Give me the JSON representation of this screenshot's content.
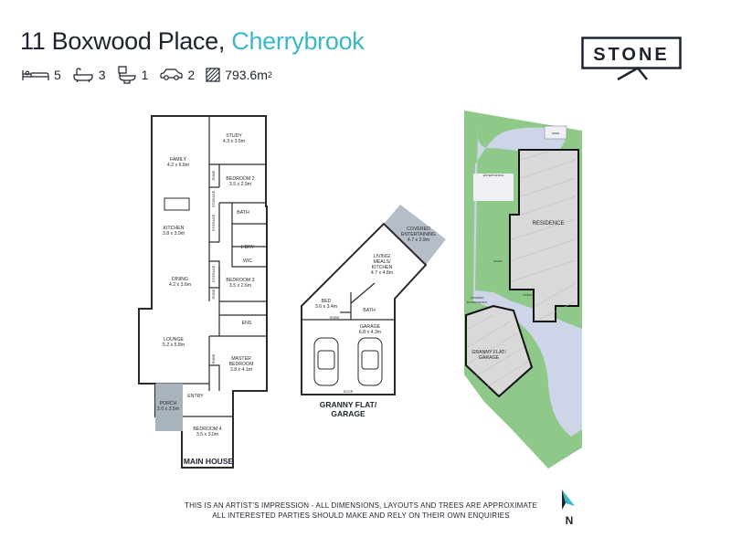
{
  "header": {
    "address": "11 Boxwood Place,",
    "suburb": "Cherrybrook"
  },
  "stats": {
    "bedrooms": "5",
    "bathrooms": "3",
    "toilets": "1",
    "car_spaces": "2",
    "land_area": "793.6m",
    "land_area_sup": "2"
  },
  "brand": {
    "logo_text": "STONE"
  },
  "main_house": {
    "caption": "MAIN HOUSE",
    "rooms": {
      "study": {
        "name": "STUDY",
        "dims": "4.3 x 3.5m"
      },
      "family": {
        "name": "FAMILY",
        "dims": "4.2 x 6.6m"
      },
      "bedroom2": {
        "name": "BEDROOM 2",
        "dims": "3.5 x 2.9m"
      },
      "robe1": "ROBE",
      "storage1": "STORAGE",
      "bath": "BATH",
      "storage2": "STORAGE",
      "kitchen": {
        "name": "KITCHEN",
        "dims": "3.8 x 3.9m"
      },
      "lobby": "L'DRY",
      "wc": "W/C",
      "dining": {
        "name": "DINING",
        "dims": "4.2 x 3.6m"
      },
      "storage3": "STORAGE",
      "bedroom3": {
        "name": "BEDROOM 3",
        "dims": "3.5 x 2.6m"
      },
      "robe2": "ROBE",
      "ens": "ENS",
      "lounge": {
        "name": "LOUNGE",
        "dims": "5.2 x 5.8m"
      },
      "master": {
        "name": "MASTER",
        "name2": "BEDROOM",
        "dims": "3.8 x 4.1m"
      },
      "robe3": "ROBE",
      "entry": "ENTRY",
      "porch": {
        "name": "PORCH",
        "dims": "2.0 x 3.5m"
      },
      "bedroom4": {
        "name": "BEDROOM 4",
        "dims": "3.5 x 3.0m"
      }
    }
  },
  "granny_flat": {
    "caption_line1": "GRANNY FLAT/",
    "caption_line2": "GARAGE",
    "rooms": {
      "covered": {
        "name": "COVERED",
        "name2": "ENTERTAINING",
        "dims": "4.7 x 2.9m"
      },
      "living": {
        "name": "LIVING/",
        "name2": "MEALS/",
        "name3": "KITCHEN",
        "dims": "4.7 x 4.8m"
      },
      "bed": {
        "name": "BED",
        "dims": "3.6 x 3.4m"
      },
      "robe": "ROBE",
      "bath": "BATH",
      "garage": {
        "name": "GARAGE",
        "dims": "6.8 x 4.3m"
      },
      "door": "DOOR"
    }
  },
  "site_plan": {
    "residence": "RESIDENCE",
    "granny_flat_line1": "GRANNY FLAT/",
    "granny_flat_line2": "GARAGE",
    "labels": [
      "SHED",
      "ENTERTAINING",
      "PAVED",
      "PORCH",
      "COVERED",
      "ENTERTAINING"
    ]
  },
  "disclaimer": {
    "line1": "THIS IS AN ARTIST'S IMPRESSION - ALL DIMENSIONS, LAYOUTS AND TREES ARE APPROXIMATE",
    "line2": "ALL INTERESTED PARTIES SHOULD MAKE AND RELY ON THEIR OWN ENQUIRIES"
  },
  "north": {
    "label": "N"
  },
  "colors": {
    "accent": "#3ab7c9",
    "text": "#1d2330",
    "wall": "#2a2a2a",
    "porch_fill": "#a9b3be",
    "covered_fill": "#b5bec8",
    "lawn": "#8fc98a",
    "driveway": "#cfd5e8"
  }
}
